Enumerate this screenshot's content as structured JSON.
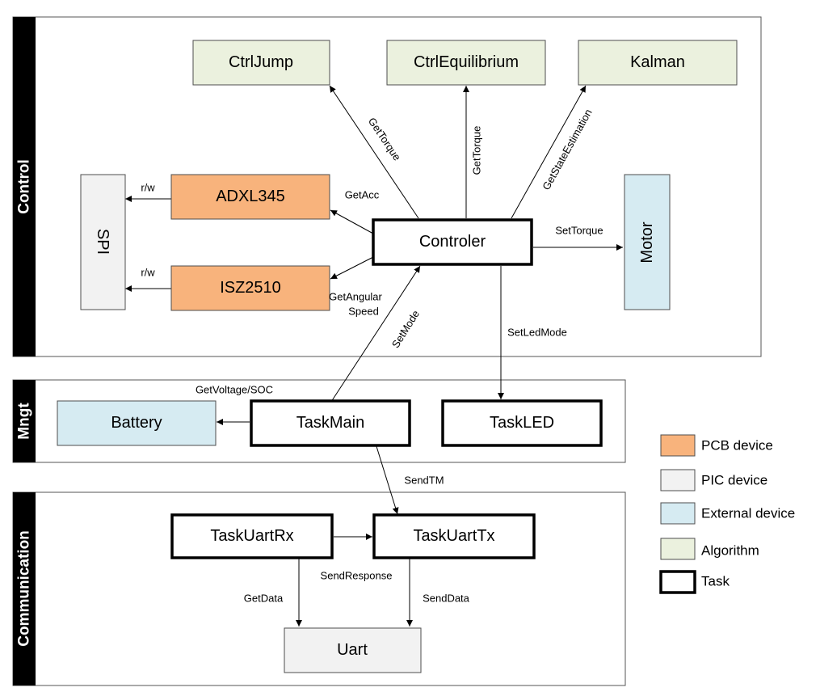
{
  "sections": {
    "control": "Control",
    "mngt": "Mngt",
    "communication": "Communication"
  },
  "nodes": {
    "ctrljump": "CtrlJump",
    "ctrlequilibrium": "CtrlEquilibrium",
    "kalman": "Kalman",
    "spi": "SPI",
    "adxl345": "ADXL345",
    "isz2510": "ISZ2510",
    "controler": "Controler",
    "motor": "Motor",
    "battery": "Battery",
    "taskmain": "TaskMain",
    "taskled": "TaskLED",
    "taskuartrx": "TaskUartRx",
    "taskuarttx": "TaskUartTx",
    "uart": "Uart"
  },
  "edges": {
    "gettorque_jump": "GetTorque",
    "gettorque_eq": "GetTorque",
    "getstateestimation": "GetStateEstimation",
    "rw_adxl": "r/w",
    "rw_isz": "r/w",
    "getacc": "GetAcc",
    "getangular_1": "GetAngular",
    "getangular_2": "Speed",
    "settorque": "SetTorque",
    "setmode": "SetMode",
    "setledmode": "SetLedMode",
    "getvoltage": "GetVoltage/SOC",
    "sendtm": "SendTM",
    "sendresponse": "SendResponse",
    "getdata": "GetData",
    "senddata": "SendData"
  },
  "legend": {
    "pcb": "PCB device",
    "pic": "PIC device",
    "external": "External device",
    "algorithm": "Algorithm",
    "task": "Task"
  },
  "colors": {
    "pcb_device": "#f8b37c",
    "pic_device": "#f2f2f2",
    "external_device": "#d6ebf2",
    "algorithm": "#ebf1de",
    "task_border": "#000000"
  }
}
